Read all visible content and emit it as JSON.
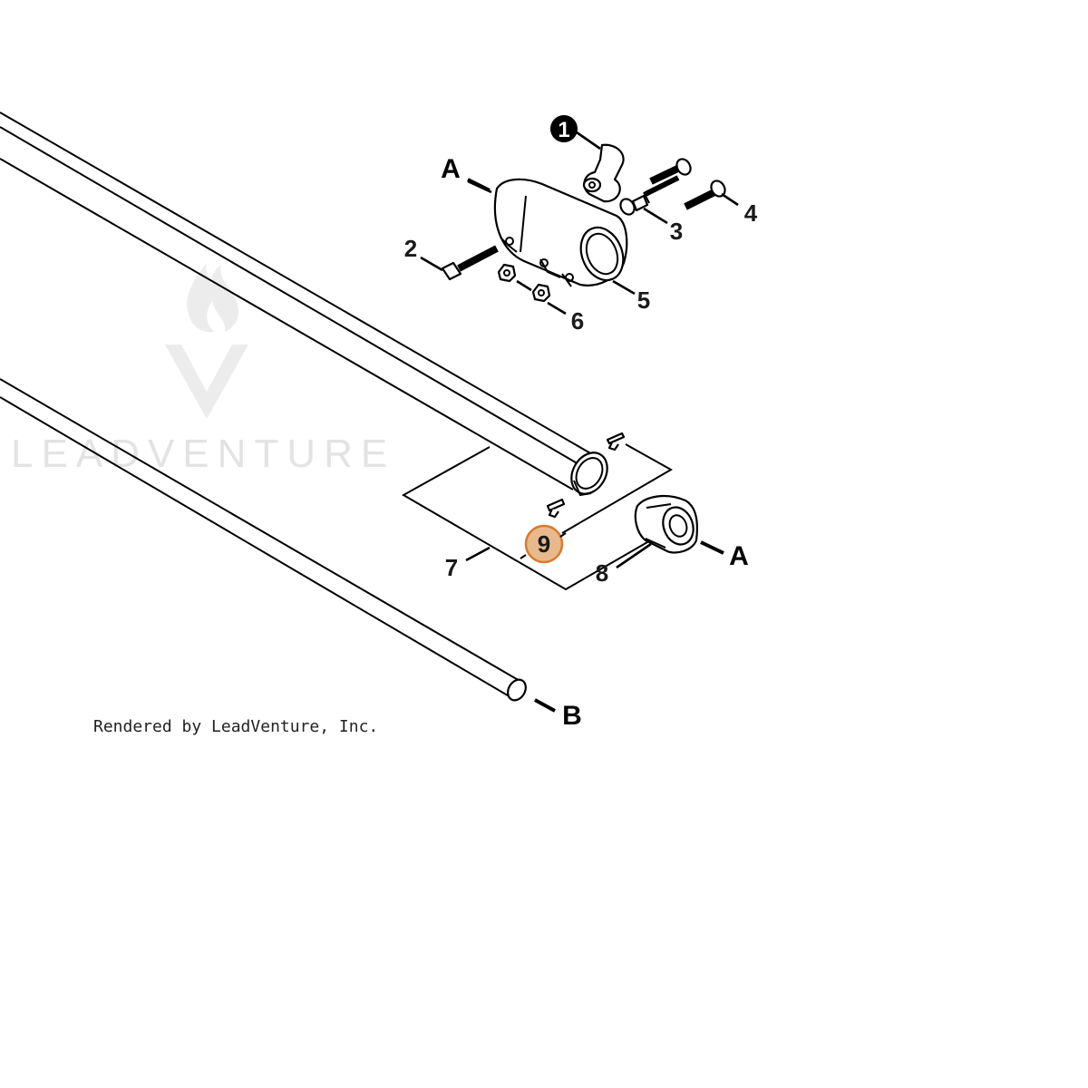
{
  "watermark": {
    "text": "LEADVENTURE"
  },
  "credit": "Rendered by LeadVenture, Inc.",
  "callouts": {
    "n1": "1",
    "n2": "2",
    "n3": "3",
    "n4": "4",
    "n5": "5",
    "n6": "6",
    "n7": "7",
    "n8": "8",
    "n9": "9",
    "a_top": "A",
    "a_right": "A",
    "b": "B"
  },
  "highlight": {
    "part": "9",
    "color": "#e8b98c",
    "border": "#d97a30"
  },
  "colors": {
    "ink": "#000000",
    "watermark": "#e6e6e6"
  }
}
